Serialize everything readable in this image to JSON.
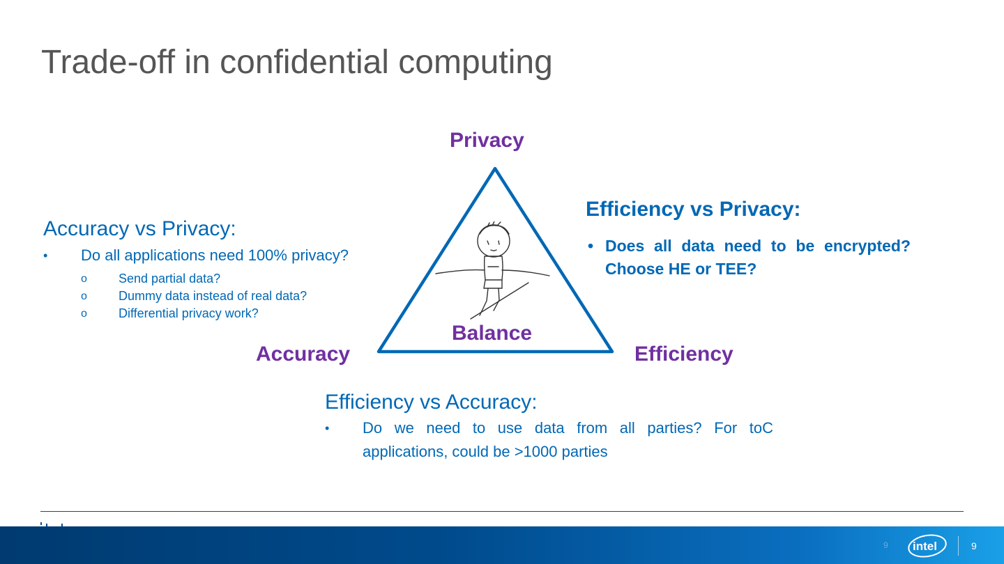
{
  "slide": {
    "title": "Trade-off in confidential computing",
    "page_number_small": "9",
    "page_number": "9",
    "logo_text": "intel"
  },
  "triangle": {
    "top": "Privacy",
    "left": "Accuracy",
    "right": "Efficiency",
    "center": "Balance"
  },
  "accuracy_vs_privacy": {
    "heading": "Accuracy vs Privacy:",
    "bullet": "Do all applications need 100% privacy?",
    "sub_items": [
      "Send partial data?",
      "Dummy data instead of real data?",
      "Differential privacy work?"
    ]
  },
  "efficiency_vs_privacy": {
    "heading": "Efficiency vs Privacy:",
    "bullet": "Does all data need to be encrypted? Choose HE or TEE?"
  },
  "efficiency_vs_accuracy": {
    "heading": "Efficiency vs Accuracy:",
    "bullet": "Do we need to use data from all parties? For toC applications, could be >1000 parties"
  },
  "colors": {
    "title": "#555555",
    "accent_blue": "#0068b5",
    "vertex_purple": "#7030a0",
    "footer_bar": "#003a70"
  },
  "icons": {
    "triangle": "triangle-diagram-icon",
    "balance_figure": "tightrope-walker-icon",
    "logo": "intel-logo-icon"
  }
}
